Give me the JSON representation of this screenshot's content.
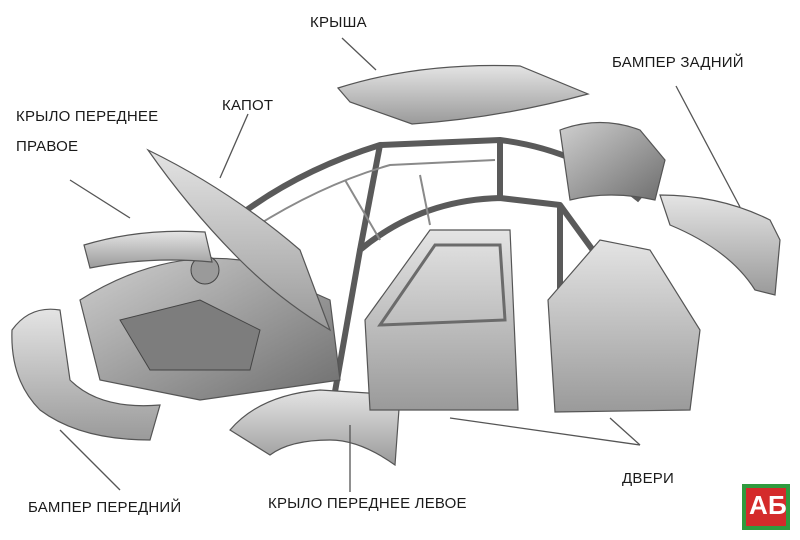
{
  "labels": {
    "roof": "КРЫША",
    "rear_bumper": "БАМПЕР ЗАДНИЙ",
    "front_right_fender_line1": "КРЫЛО ПЕРЕДНЕЕ",
    "front_right_fender_line2": "ПРАВОЕ",
    "hood": "КАПОТ",
    "doors": "ДВЕРИ",
    "front_bumper": "БАМПЕР ПЕРЕДНИЙ",
    "front_left_fender": "КРЫЛО ПЕРЕДНЕЕ ЛЕВОЕ"
  },
  "logo": {
    "left": "А",
    "right": "Б"
  },
  "colors": {
    "logo_green": "#2f9b3e",
    "logo_red": "#d42b2b",
    "text": "#1a1a1a"
  }
}
